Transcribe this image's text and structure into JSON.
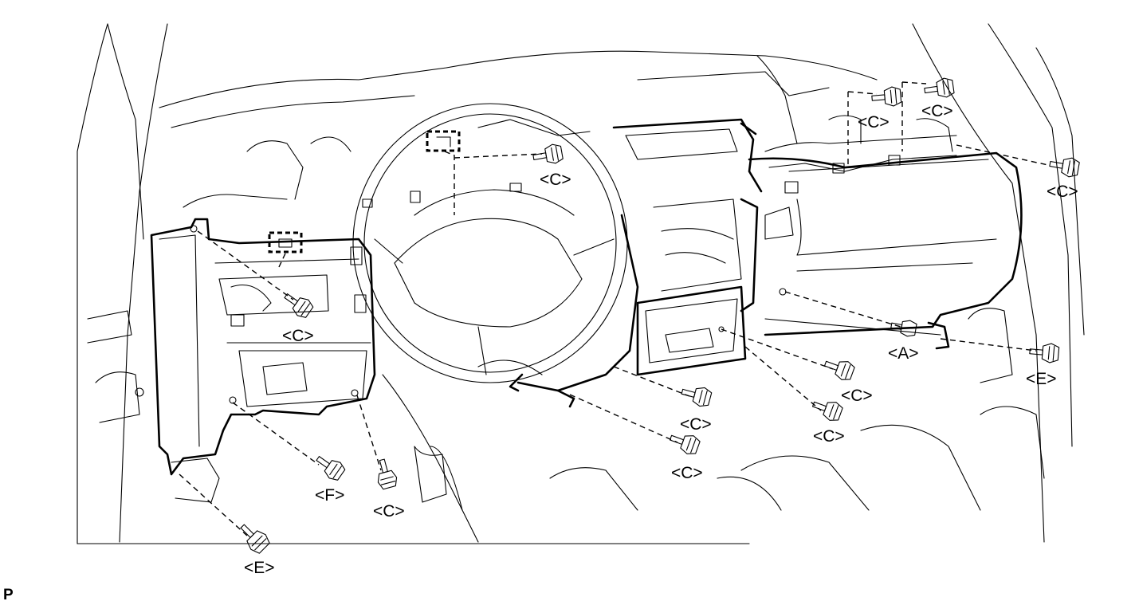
{
  "figure_code": "P",
  "callouts": {
    "c1": "<C>",
    "c2": "<C>",
    "c3": "<C>",
    "c4": "<C>",
    "c5": "<C>",
    "c6": "<C>",
    "c7": "<C>",
    "c8": "<C>",
    "c9": "<C>",
    "c10": "<C>",
    "a1": "<A>",
    "e1": "<E>",
    "e2": "<E>",
    "f1": "<F>"
  }
}
